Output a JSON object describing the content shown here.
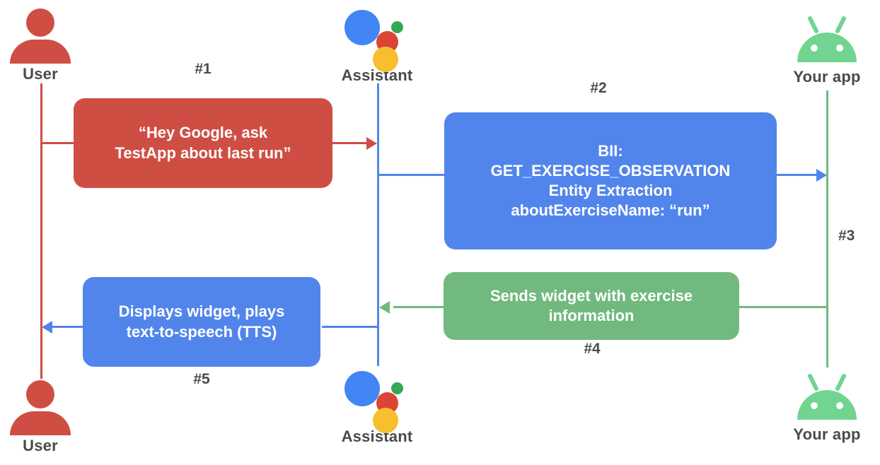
{
  "diagram": {
    "title": "Google Assistant App Actions sequence diagram",
    "colors": {
      "red": "#CF4E43",
      "blue": "#5285EC",
      "green": "#71B97F",
      "label_gray": "#4a4a4a",
      "assistant_blue": "#4285F4",
      "assistant_red": "#DB4437",
      "assistant_yellow": "#F7BE2D",
      "assistant_green": "#34A853",
      "android_green": "#71D490"
    }
  },
  "actors": {
    "user_top": {
      "label": "User",
      "icon": "user-icon"
    },
    "assistant_top": {
      "label": "Assistant",
      "icon": "google-assistant-icon"
    },
    "app_top": {
      "label": "Your app",
      "icon": "android-robot-icon"
    },
    "user_bottom": {
      "label": "User",
      "icon": "user-icon"
    },
    "assistant_bottom": {
      "label": "Assistant",
      "icon": "google-assistant-icon"
    },
    "app_bottom": {
      "label": "Your app",
      "icon": "android-robot-icon"
    }
  },
  "steps": [
    {
      "number": "#1",
      "color": "red"
    },
    {
      "number": "#2",
      "color": "blue"
    },
    {
      "number": "#3",
      "color": "green"
    },
    {
      "number": "#4",
      "color": "green"
    },
    {
      "number": "#5",
      "color": "blue"
    }
  ],
  "messages": {
    "step1": {
      "text": "“Hey Google, ask\nTestApp about last run”",
      "color": "red",
      "from": "User",
      "to": "Assistant"
    },
    "step2": {
      "text": "BII:\nGET_EXERCISE_OBSERVATION\nEntity Extraction\naboutExerciseName: “run”",
      "color": "blue",
      "from": "Assistant",
      "to": "Your app"
    },
    "step4": {
      "text": "Sends widget with exercise\ninformation",
      "color": "green",
      "from": "Your app",
      "to": "Assistant"
    },
    "step5": {
      "text": "Displays widget, plays\ntext-to-speech (TTS)",
      "color": "blue",
      "from": "Assistant",
      "to": "User"
    }
  }
}
